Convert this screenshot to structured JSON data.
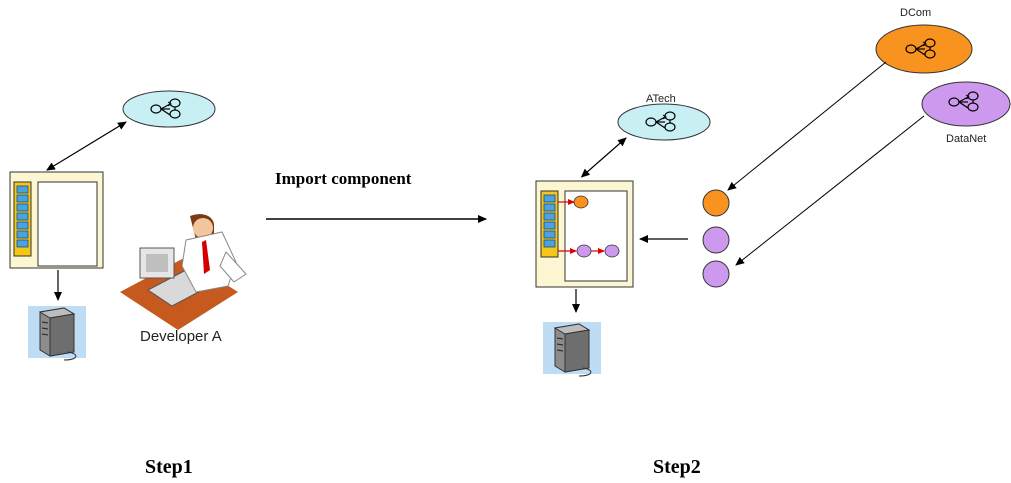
{
  "labels": {
    "import": "Import component",
    "developer": "Developer A",
    "atech": "ATech",
    "dcom": "DCom",
    "datanet": "DataNet",
    "step1": "Step1",
    "step2": "Step2"
  },
  "colors": {
    "cyan": "#c8f0f4",
    "orange": "#f7931e",
    "purple": "#cc99ee",
    "panel": "#fdf6d2",
    "strip": "#f5c518",
    "cell": "#4aa3e0",
    "server_bg": "#bfdcf5",
    "arrow": "#000000",
    "red_arrow": "#e00000"
  }
}
